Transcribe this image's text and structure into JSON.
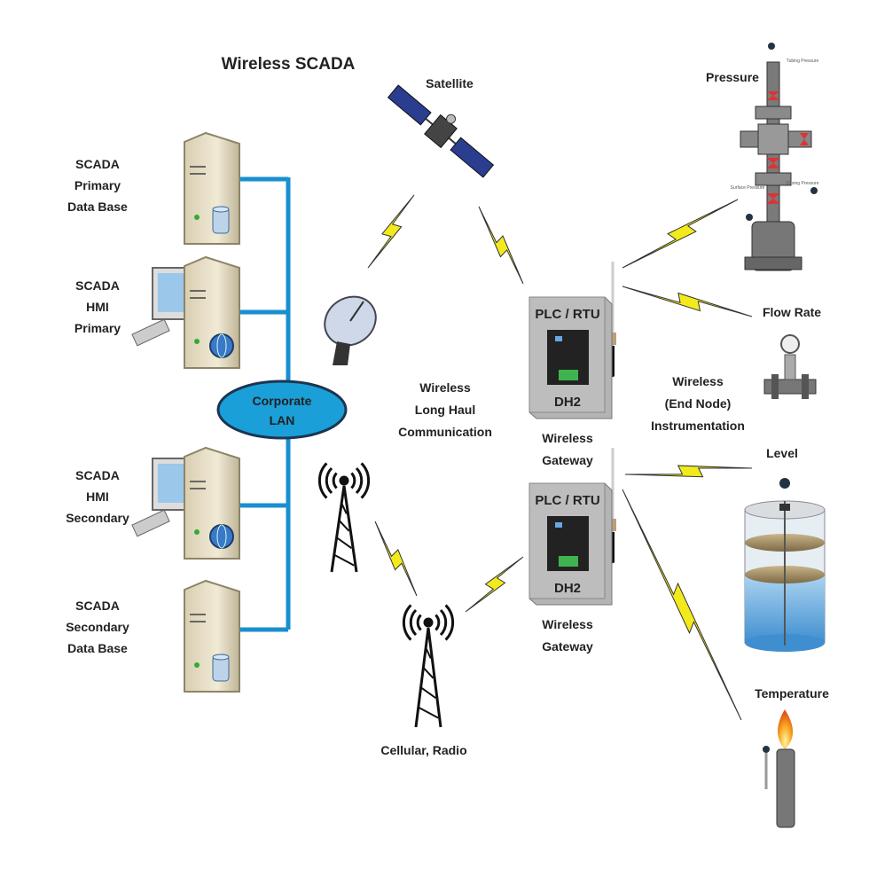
{
  "title": "Wireless SCADA",
  "servers": [
    {
      "lines": [
        "SCADA",
        "Primary",
        "Data Base"
      ],
      "type": "database"
    },
    {
      "lines": [
        "SCADA",
        "HMI",
        "Primary"
      ],
      "type": "hmi"
    },
    {
      "lines": [
        "SCADA",
        "HMI",
        "Secondary"
      ],
      "type": "hmi"
    },
    {
      "lines": [
        "SCADA",
        "Secondary",
        "Data Base"
      ],
      "type": "database"
    }
  ],
  "lan": {
    "lines": [
      "Corporate",
      "LAN"
    ]
  },
  "satellite_label": "Satellite",
  "long_haul": {
    "lines": [
      "Wireless",
      "Long Haul",
      "Communication"
    ]
  },
  "cellular_label": "Cellular, Radio",
  "gateways": [
    {
      "top": "PLC / RTU",
      "bottom": "DH2",
      "caption": [
        "Wireless",
        "Gateway"
      ],
      "device": "DH2"
    },
    {
      "top": "PLC / RTU",
      "bottom": "DH2",
      "caption": [
        "Wireless",
        "Gateway"
      ],
      "device": "DH2"
    }
  ],
  "end_node": {
    "lines": [
      "Wireless",
      "(End Node)",
      "Instrumentation"
    ]
  },
  "instruments": {
    "pressure": "Pressure",
    "pressure_sub": [
      "Tubing Pressure",
      "Surface Pressure",
      "Casing Pressure"
    ],
    "flow_rate": "Flow Rate",
    "level": "Level",
    "temperature": "Temperature"
  },
  "colors": {
    "lan_blue": "#1a8fd0",
    "lightning": "#f2ea1c",
    "box_gray": "#b4b4b4"
  }
}
